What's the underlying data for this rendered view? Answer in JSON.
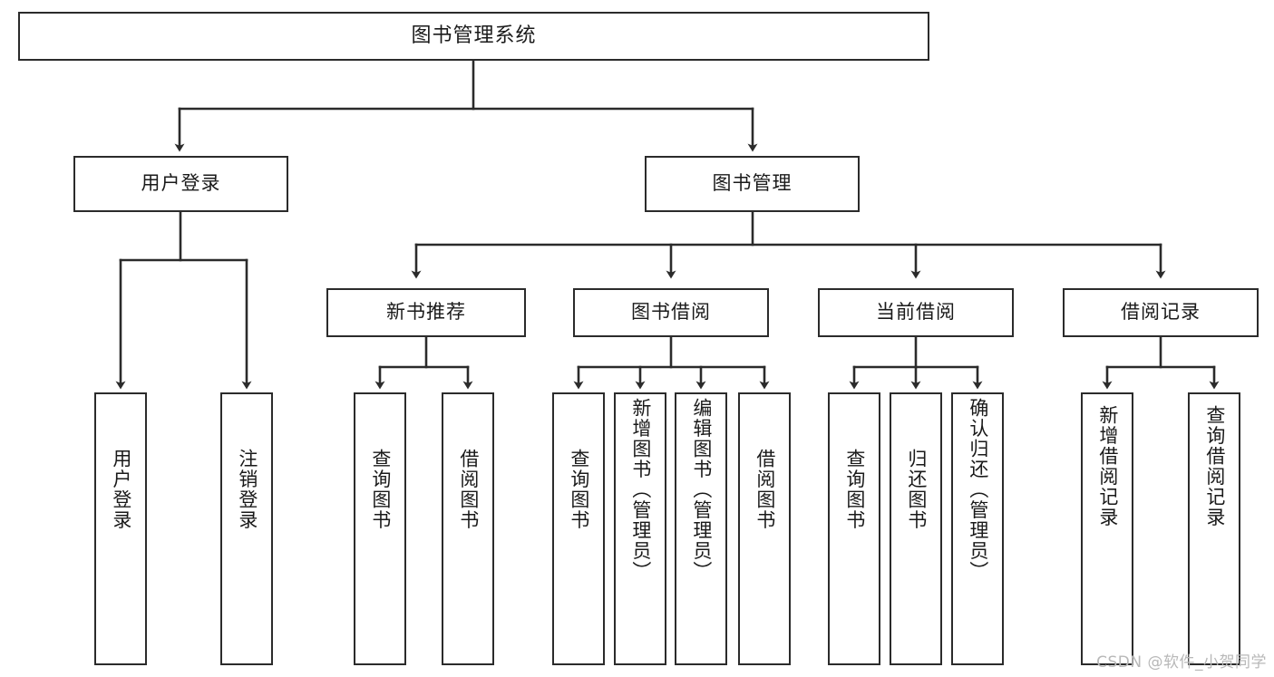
{
  "diagram": {
    "title": "图书管理系统",
    "watermark": "CSDN @软件_小贺同学",
    "stroke_color": "#2b2b2b",
    "background_color": "#ffffff",
    "text_color": "#1a1a1a"
  },
  "nodes": {
    "root": {
      "label": "图书管理系统",
      "level": 1
    },
    "l2": [
      {
        "id": "user-login",
        "label": "用户登录"
      },
      {
        "id": "book-manage",
        "label": "图书管理"
      }
    ],
    "l3": [
      {
        "id": "new-book-rec",
        "label": "新书推荐",
        "parent": "book-manage"
      },
      {
        "id": "book-borrow",
        "label": "图书借阅",
        "parent": "book-manage"
      },
      {
        "id": "current-borrow",
        "label": "当前借阅",
        "parent": "book-manage"
      },
      {
        "id": "borrow-record",
        "label": "借阅记录",
        "parent": "book-manage"
      }
    ],
    "leaves": [
      {
        "id": "leaf-user-login",
        "label": "用户登录",
        "parent": "user-login"
      },
      {
        "id": "leaf-logout",
        "label": "注销登录",
        "parent": "user-login"
      },
      {
        "id": "leaf-query-book-1",
        "label": "查询图书",
        "parent": "new-book-rec"
      },
      {
        "id": "leaf-borrow-book-1",
        "label": "借阅图书",
        "parent": "new-book-rec"
      },
      {
        "id": "leaf-query-book-2",
        "label": "查询图书",
        "parent": "book-borrow"
      },
      {
        "id": "leaf-add-book",
        "label": "新增图书（管理员）",
        "parent": "book-borrow"
      },
      {
        "id": "leaf-edit-book",
        "label": "编辑图书（管理员）",
        "parent": "book-borrow"
      },
      {
        "id": "leaf-borrow-book-2",
        "label": "借阅图书",
        "parent": "book-borrow"
      },
      {
        "id": "leaf-query-book-3",
        "label": "查询图书",
        "parent": "current-borrow"
      },
      {
        "id": "leaf-return-book",
        "label": "归还图书",
        "parent": "current-borrow"
      },
      {
        "id": "leaf-confirm-return",
        "label": "确认归还（管理员）",
        "parent": "current-borrow"
      },
      {
        "id": "leaf-add-record",
        "label": "新增借阅记录",
        "parent": "borrow-record"
      },
      {
        "id": "leaf-query-record",
        "label": "查询借阅记录",
        "parent": "borrow-record"
      }
    ]
  }
}
